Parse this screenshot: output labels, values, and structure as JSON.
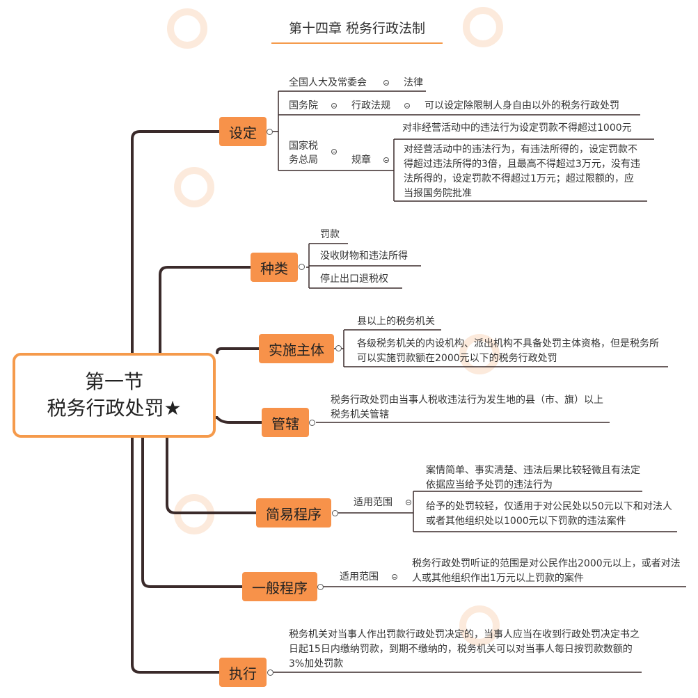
{
  "title": "第十四章 税务行政法制",
  "root": {
    "line1": "第一节",
    "line2": "税务行政处罚★"
  },
  "branches": {
    "sheding": {
      "label": "设定",
      "r1": {
        "a": "全国人大及常委会",
        "b": "法律"
      },
      "r2": {
        "a": "国务院",
        "b": "行政法规",
        "c": "可以设定除限制人身自由以外的税务行政处罚"
      },
      "r3": {
        "a1": "国家税",
        "a2": "务总局",
        "b": "规章",
        "c1": "对非经营活动中的违法行为设定罚款不得超过1000元",
        "c2": "对经营活动中的违法行为，有违法所得的，设定罚款不得超过违法所得的3倍，且最高不得超过3万元，没有违法所得的，设定罚款不得超过1万元；超过限额的，应当报国务院批准"
      }
    },
    "zhonglei": {
      "label": "种类",
      "items": [
        "罚款",
        "没收财物和违法所得",
        "停止出口退税权"
      ]
    },
    "shishi": {
      "label": "实施主体",
      "items": [
        "县以上的税务机关",
        "各级税务机关的内设机构、派出机构不具备处罚主体资格，但是税务所可以实施罚款额在2000元以下的税务行政处罚"
      ]
    },
    "guanxia": {
      "label": "管辖",
      "text": "税务行政处罚由当事人税收违法行为发生地的县（市、旗）以上税务机关管辖"
    },
    "jianyi": {
      "label": "简易程序",
      "sub": "适用范围",
      "items": [
        "案情简单、事实清楚、违法后果比较轻微且有法定依据应当给予处罚的违法行为",
        "给予的处罚较轻，仅适用于对公民处以50元以下和对法人或者其他组织处以1000元以下罚款的违法案件"
      ]
    },
    "yiban": {
      "label": "一般程序",
      "sub": "适用范围",
      "text": "税务行政处罚听证的范围是对公民作出2000元以上，或者对法人或其他组织作出1万元以上罚款的案件"
    },
    "zhixing": {
      "label": "执行",
      "text": "税务机关对当事人作出罚款行政处罚决定的，当事人应当在收到行政处罚决定书之日起15日内缴纳罚款，到期不缴纳的，税务机关可以对当事人每日按罚款数额的3%加处罚款"
    }
  },
  "colors": {
    "accent": "#f7924a",
    "line": "#3a2a2a"
  }
}
